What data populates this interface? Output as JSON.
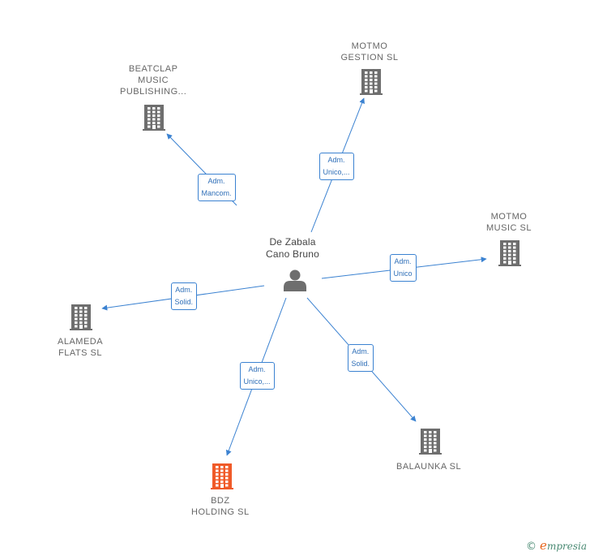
{
  "center": {
    "name_lines": [
      "De Zabala",
      "Cano Bruno"
    ]
  },
  "companies": [
    {
      "id": "beatclap",
      "lines": [
        "BEATCLAP",
        "MUSIC",
        "PUBLISHING..."
      ],
      "role_lines": [
        "Adm.",
        "Mancom."
      ],
      "color": "#6e6e6e"
    },
    {
      "id": "motmo-gestion",
      "lines": [
        "MOTMO",
        "GESTION  SL"
      ],
      "role_lines": [
        "Adm.",
        "Unico,..."
      ],
      "color": "#6e6e6e"
    },
    {
      "id": "motmo-music",
      "lines": [
        "MOTMO",
        "MUSIC  SL"
      ],
      "role_lines": [
        "Adm.",
        "Unico"
      ],
      "color": "#6e6e6e"
    },
    {
      "id": "alameda",
      "lines": [
        "ALAMEDA",
        "FLATS  SL"
      ],
      "role_lines": [
        "Adm.",
        "Solid."
      ],
      "color": "#6e6e6e"
    },
    {
      "id": "balaunka",
      "lines": [
        "BALAUNKA  SL"
      ],
      "role_lines": [
        "Adm.",
        "Solid."
      ],
      "color": "#6e6e6e"
    },
    {
      "id": "bdz",
      "lines": [
        "BDZ",
        "HOLDING  SL"
      ],
      "role_lines": [
        "Adm.",
        "Unico,..."
      ],
      "color": "#f05a28"
    }
  ],
  "colors": {
    "edge": "#3b82d1",
    "person": "#6e6e6e"
  },
  "credits": {
    "symbol": "©",
    "brand_first": "e",
    "brand_rest": "mpresia"
  }
}
